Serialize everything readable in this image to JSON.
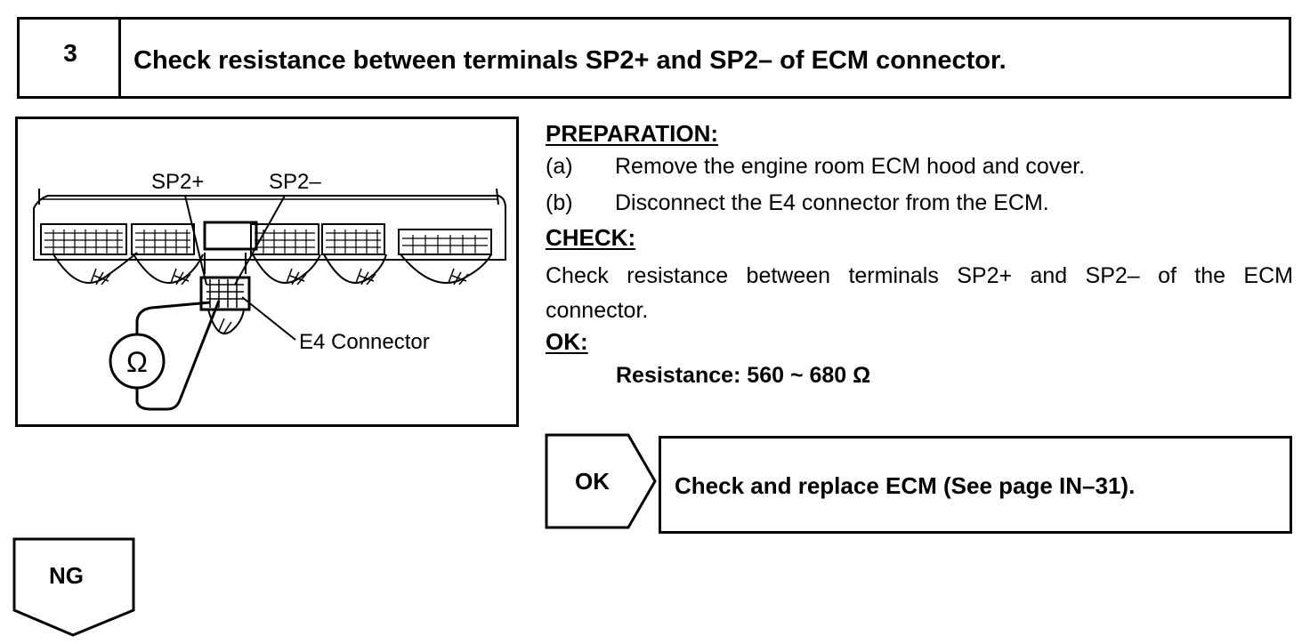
{
  "step": {
    "number": "3",
    "title": "Check resistance between terminals SP2+ and SP2– of ECM connector."
  },
  "figure": {
    "label_sp2_plus": "SP2+",
    "label_sp2_minus": "SP2–",
    "label_connector": "E4 Connector",
    "meter_symbol": "Ω",
    "icon": "ohmmeter-icon"
  },
  "preparation": {
    "heading": "PREPARATION:",
    "items": [
      {
        "marker": "(a)",
        "text": "Remove the engine room ECM hood and cover."
      },
      {
        "marker": "(b)",
        "text": "Disconnect the E4 connector from the ECM."
      }
    ]
  },
  "check": {
    "heading": "CHECK:",
    "text": "Check resistance between terminals SP2+ and SP2– of the ECM connector."
  },
  "ok_spec": {
    "heading": "OK:",
    "spec": "Resistance: 560 ~ 680 Ω"
  },
  "ok_result": {
    "label": "OK",
    "action": "Check and replace ECM (See page IN–31)."
  },
  "ng_result": {
    "label": "NG"
  }
}
